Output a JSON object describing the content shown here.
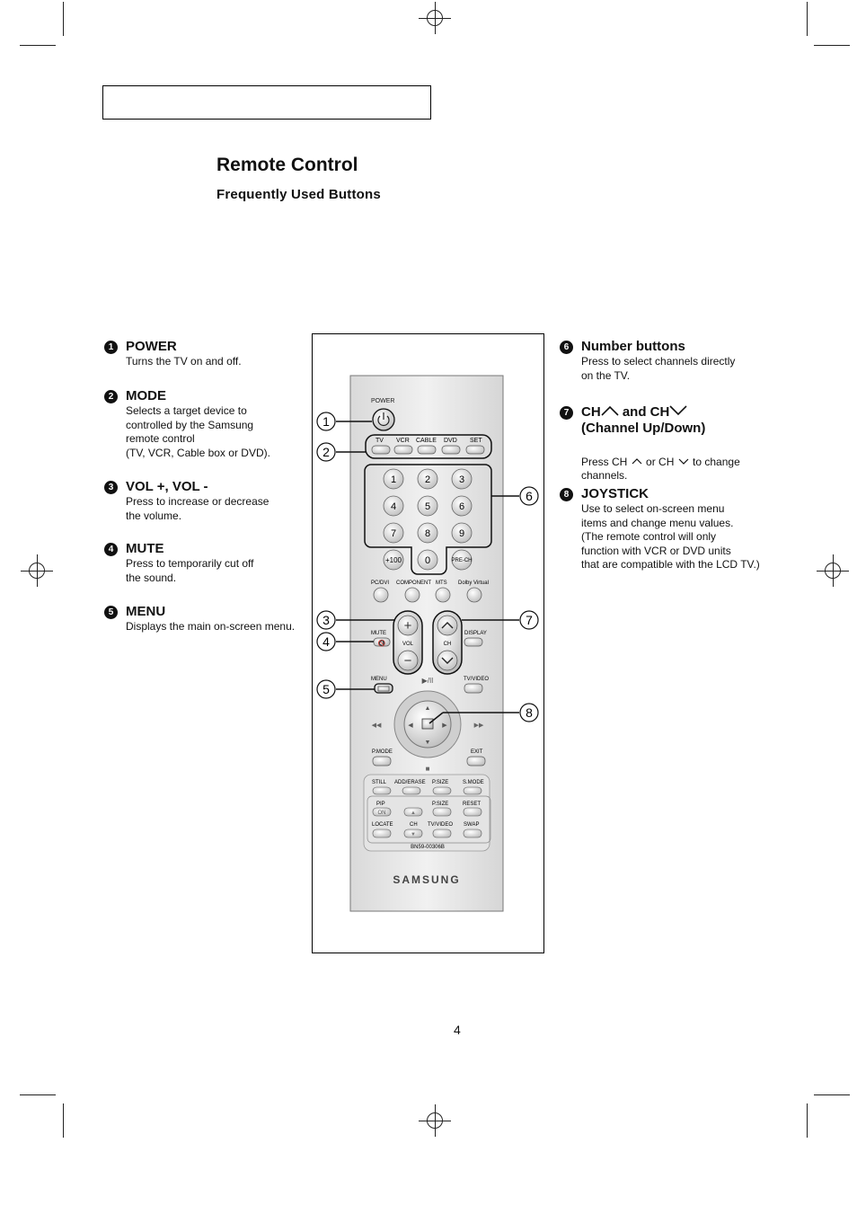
{
  "page": {
    "title": "Remote Control",
    "subtitle": "Frequently Used Buttons",
    "page_number": "4"
  },
  "left_items": [
    {
      "num": "1",
      "label": "POWER",
      "desc": "Turns the TV on and off."
    },
    {
      "num": "2",
      "label": "MODE",
      "desc": "Selects a target device to\ncontrolled by the Samsung\nremote control\n(TV, VCR, Cable box or DVD)."
    },
    {
      "num": "3",
      "label": "VOL +, VOL -",
      "desc": "Press to increase or decrease\nthe volume."
    },
    {
      "num": "4",
      "label": "MUTE",
      "desc": "Press to temporarily cut off\nthe sound."
    },
    {
      "num": "5",
      "label": "MENU",
      "desc": "Displays the main on-screen menu."
    }
  ],
  "right_items": [
    {
      "num": "6",
      "label": "Number buttons",
      "desc": "Press to select channels directly\non the TV."
    },
    {
      "num": "7",
      "label_part1": "CH",
      "label_part2": " and CH",
      "label_line2": "(Channel Up/Down)",
      "desc_part1": "Press CH ",
      "desc_part2": " or CH ",
      "desc_part3": " to change",
      "desc_line2": "channels."
    },
    {
      "num": "8",
      "label": "JOYSTICK",
      "desc": "Use to select on-screen menu\nitems and change menu values.\n(The remote control will only\nfunction with VCR or DVD units\nthat are compatible with the LCD TV.)"
    }
  ],
  "remote": {
    "power_label": "POWER",
    "mode_labels": [
      "TV",
      "VCR",
      "CABLE",
      "DVD",
      "SET"
    ],
    "number_keys": [
      "1",
      "2",
      "3",
      "4",
      "5",
      "6",
      "7",
      "8",
      "9"
    ],
    "plus100": "+100",
    "zero": "0",
    "prech": "PRE-CH",
    "source_labels": [
      "PC/DVI",
      "COMPONENT",
      "MTS",
      "Dolby Virtual"
    ],
    "mute": "MUTE",
    "vol": "VOL",
    "ch": "CH",
    "display": "DISPLAY",
    "menu": "MENU",
    "play_pause": "▶/II",
    "tvvideo": "TV/VIDEO",
    "rew": "◀◀",
    "ff": "▶▶",
    "pmode": "P.MODE",
    "exit": "EXIT",
    "stop": "■",
    "row1": [
      "STILL",
      "ADD/ERASE",
      "P.SIZE",
      "S.MODE"
    ],
    "pip": "PIP",
    "on": "ON",
    "psize2": "P.SIZE",
    "reset": "RESET",
    "row3": [
      "LOCATE",
      "CH",
      "TV/VIDEO",
      "SWAP"
    ],
    "model": "BN59-00306B",
    "brand": "SAMSUNG",
    "callouts": [
      "1",
      "2",
      "3",
      "4",
      "5",
      "6",
      "7",
      "8"
    ]
  }
}
